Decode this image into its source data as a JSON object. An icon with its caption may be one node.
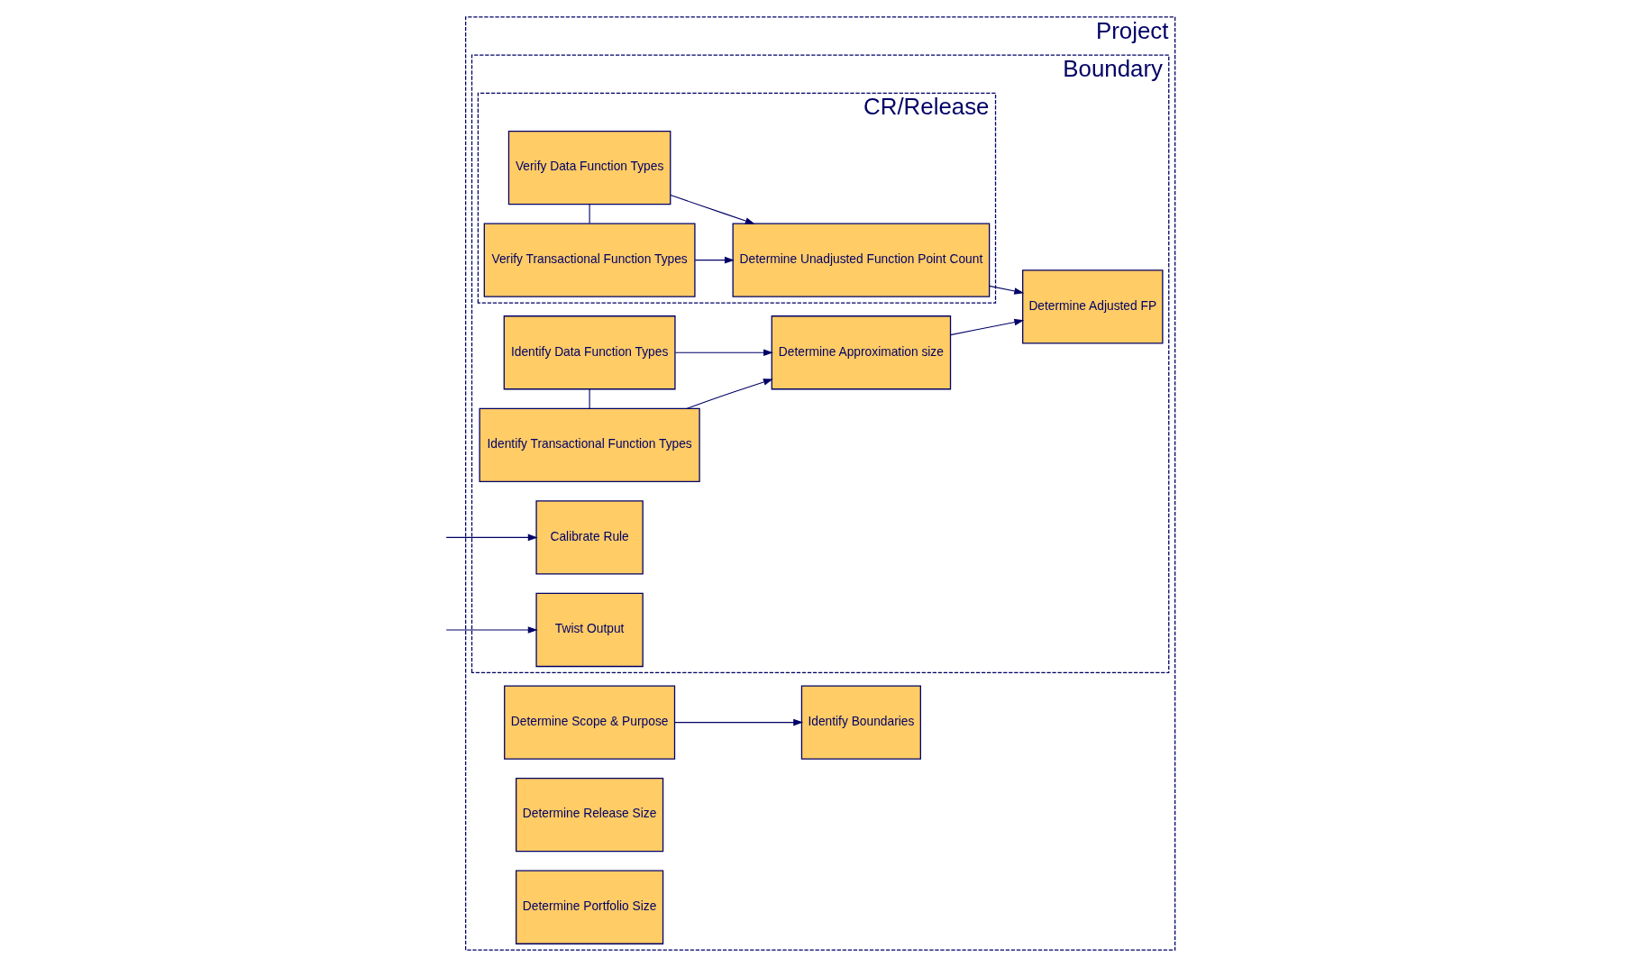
{
  "diagram": {
    "nodes": [
      {
        "text": [
          "Project"
        ]
      },
      {
        "text": [
          "Determine Scope & Purpose"
        ],
        "in": 0
      },
      {
        "text": [
          "Identify Boundaries"
        ],
        "in": 0
      },
      {
        "text": [
          "Boundary"
        ],
        "in": 0
      },
      {
        "text": [
          "Identify Data Function Types"
        ],
        "in": 3
      },
      {
        "text": [
          "Identify Transactional Function Types"
        ],
        "in": 3
      },
      {
        "text": [
          "Determine Approximation size"
        ],
        "in": 3
      },
      {
        "text": [
          "Calibrate Rule"
        ],
        "in": 3
      },
      {
        "text": [
          "Twist Output"
        ],
        "in": 3
      },
      {
        "text": [
          "Determine Adjusted FP"
        ],
        "in": 3
      },
      {
        "text": [
          "CR/Release"
        ],
        "in": 3
      },
      {
        "text": [
          "Verify Data Function Types"
        ],
        "in": 10
      },
      {
        "text": [
          "Verify Transactional Function Types"
        ],
        "in": 10
      },
      {
        "text": [
          "Determine Unadjusted Function Point Count"
        ],
        "in": 10
      },
      {
        "text": [
          "Determine Release Size"
        ],
        "in": 0
      },
      {
        "text": [
          "Determine Portfolio Size"
        ],
        "in": 0
      }
    ],
    "edges": [
      {
        "from": 1,
        "to": 2,
        "arrow": "to"
      },
      {
        "from": 4,
        "to": 5,
        "arrow": "none"
      },
      {
        "from": 4,
        "to": 6,
        "arrow": "to"
      },
      {
        "from": 5,
        "to": 6,
        "arrow": "to"
      },
      {
        "from": null,
        "to": 7,
        "arrow": "to"
      },
      {
        "from": null,
        "to": 8,
        "arrow": "to"
      },
      {
        "from": 6,
        "to": 9,
        "arrow": "to"
      },
      {
        "from": 11,
        "to": 12,
        "arrow": "none"
      },
      {
        "from": 11,
        "to": 13,
        "arrow": "to"
      },
      {
        "from": 12,
        "to": 13,
        "arrow": "to"
      },
      {
        "from": 13,
        "to": 9,
        "arrow": "to"
      }
    ]
  }
}
